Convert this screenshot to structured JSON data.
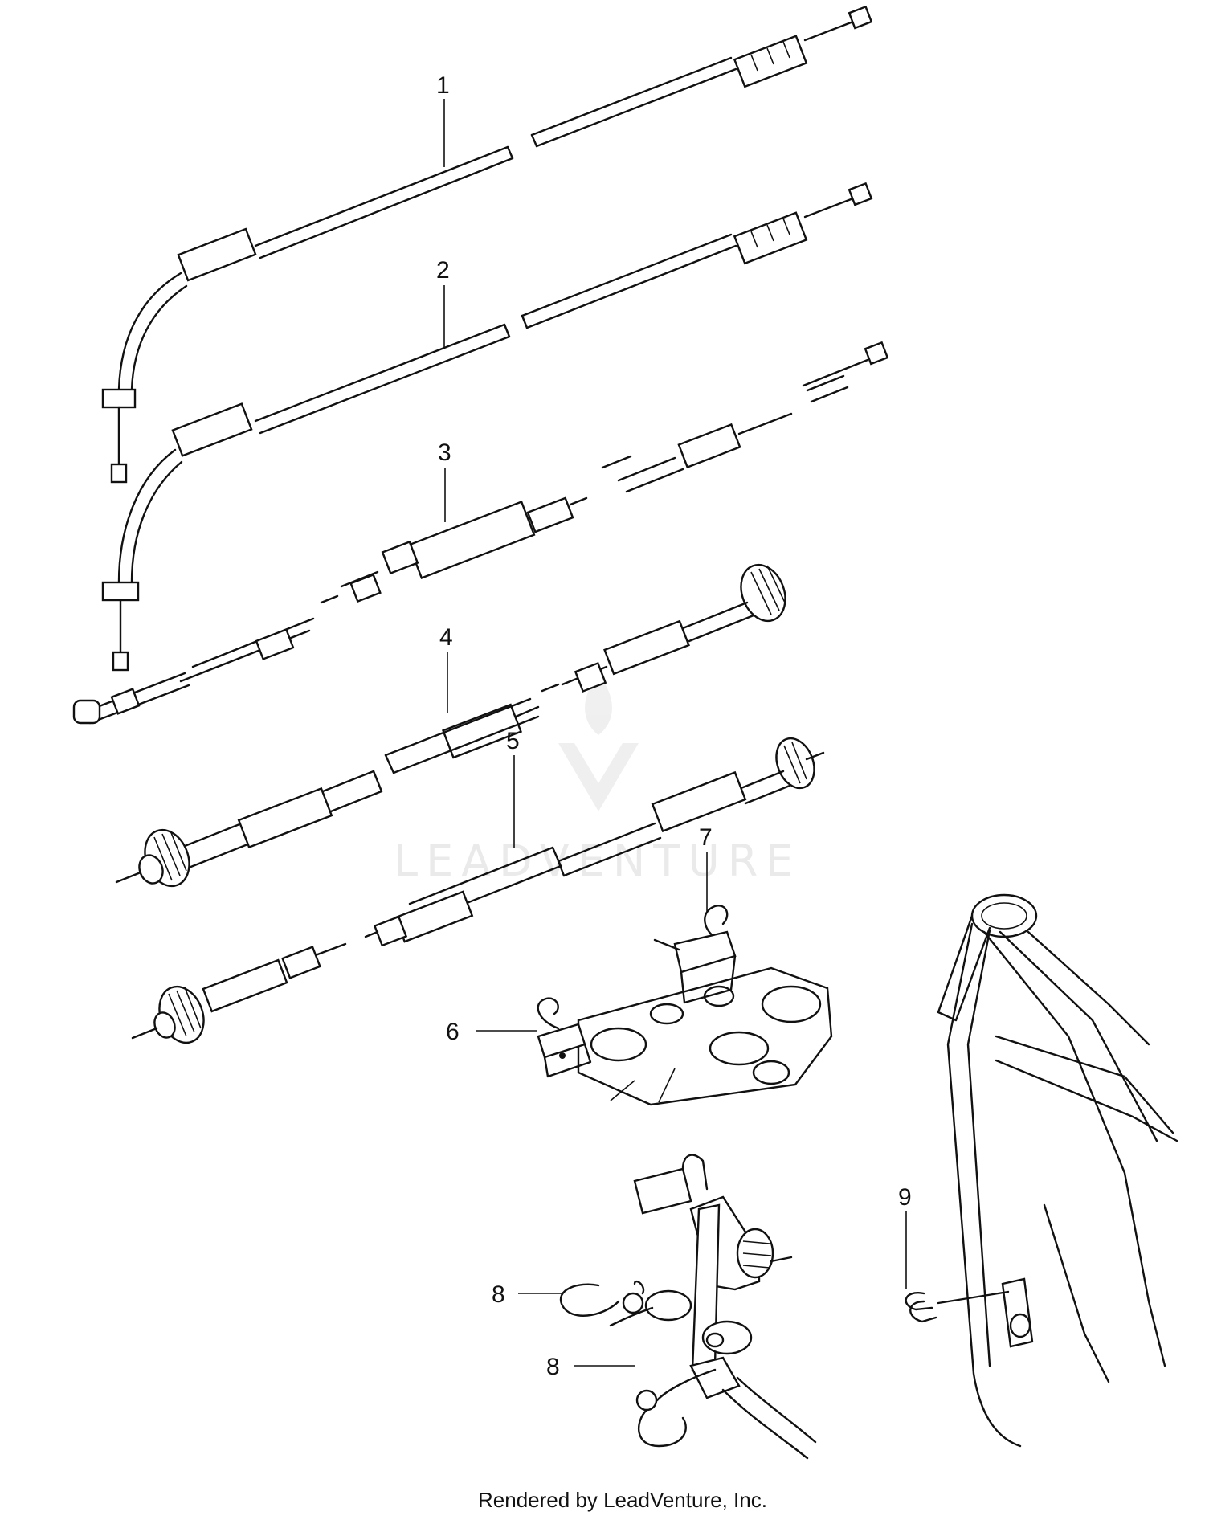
{
  "callouts": [
    "1",
    "2",
    "3",
    "4",
    "5",
    "6",
    "7",
    "8",
    "8",
    "9"
  ],
  "watermark": "LEADVENTURE",
  "footer": "Rendered by LeadVenture, Inc.",
  "colors": {
    "line": "#111111",
    "background": "#ffffff",
    "watermark": "#d9d9d9"
  }
}
